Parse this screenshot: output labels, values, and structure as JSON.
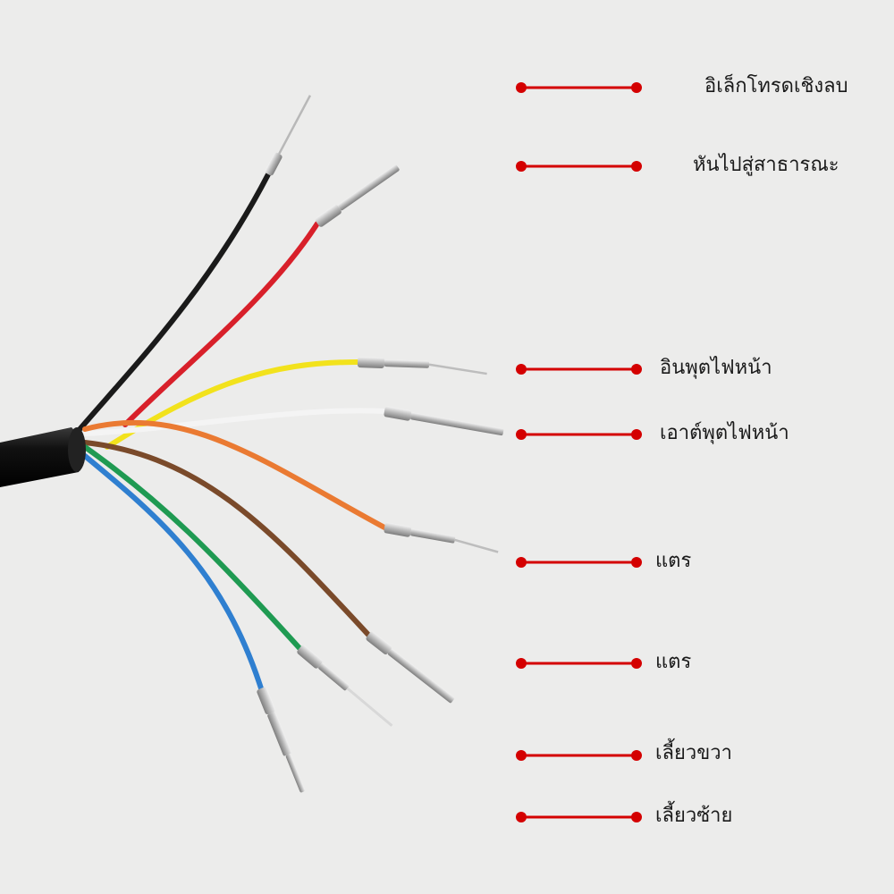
{
  "colors": {
    "background": "#ececeb",
    "leader_line": "#d40000",
    "wire_black": "#1a1a1a",
    "wire_red": "#d8202a",
    "wire_yellow": "#f2e21c",
    "wire_white": "#f4f4f4",
    "wire_orange": "#ea7a32",
    "wire_brown": "#7a4a2a",
    "wire_green": "#1f9a52",
    "wire_blue": "#2f7fd0",
    "sheath": "#111111",
    "terminal": "#c9c9c9"
  },
  "wires": [
    {
      "color": "black",
      "icon": "black-wire-icon"
    },
    {
      "color": "red",
      "icon": "red-wire-icon"
    },
    {
      "color": "yellow",
      "icon": "yellow-wire-icon"
    },
    {
      "color": "white",
      "icon": "white-wire-icon"
    },
    {
      "color": "orange",
      "icon": "orange-wire-icon"
    },
    {
      "color": "brown",
      "icon": "brown-wire-icon"
    },
    {
      "color": "green",
      "icon": "green-wire-icon"
    },
    {
      "color": "blue",
      "icon": "blue-wire-icon"
    }
  ],
  "labels": [
    {
      "text": "อิเล็กโทรดเชิงลบ"
    },
    {
      "text": "หันไปสู่สาธารณะ"
    },
    {
      "text": "อินพุตไฟหน้า"
    },
    {
      "text": "เอาต์พุตไฟหน้า"
    },
    {
      "text": "แตร"
    },
    {
      "text": "แตร"
    },
    {
      "text": "เลี้ยวขวา"
    },
    {
      "text": "เลี้ยวซ้าย"
    }
  ]
}
